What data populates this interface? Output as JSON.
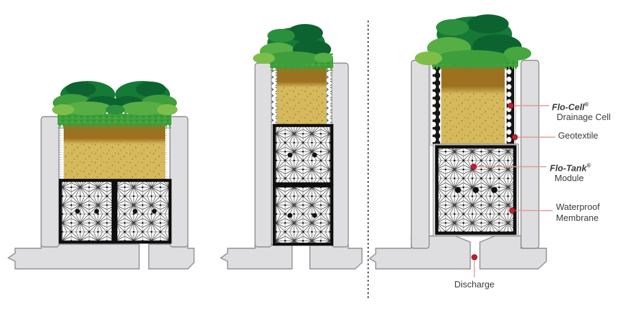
{
  "labels": {
    "flo_cell_name": "Flo-Cell",
    "flo_cell_reg": "®",
    "flo_cell_desc": "Drainage Cell",
    "geotextile": "Geotextile",
    "flo_tank_name": "Flo-Tank",
    "flo_tank_reg": "®",
    "flo_tank_desc": "Module",
    "waterproof_line1": "Waterproof",
    "waterproof_line2": "Membrane",
    "discharge": "Discharge"
  },
  "colors": {
    "accent_red": "#c01f2f",
    "callout_line": "#e3989b",
    "wall_gray": "#dedee0",
    "wall_outline": "#8d8d92",
    "soil_dark": "#9c7120",
    "soil_light": "#d6b95c",
    "soil_speckle": "#b1913a",
    "grass_green": "#3da03a",
    "foliage_dark": "#0d6330",
    "foliage_mid": "#157a36",
    "foliage_light": "#57ae45",
    "module_line": "#3a3a3a",
    "text": "#3a3a3a"
  },
  "icons": {
    "callout_dot": "red-dot-marker",
    "divider": "dashed-vertical-divider"
  }
}
